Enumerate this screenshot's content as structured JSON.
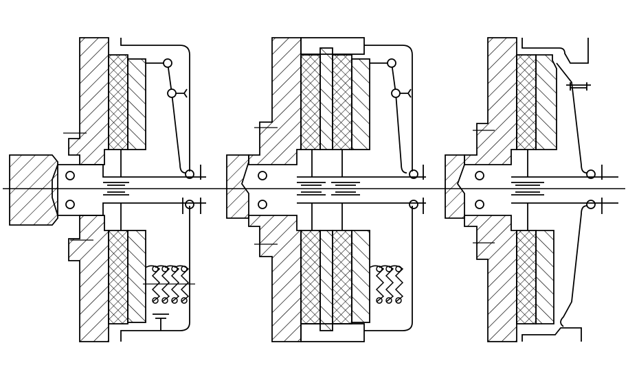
{
  "figure": {
    "description_text": "",
    "panels": [
      {
        "id": "single-plate-coil-spring",
        "label": ""
      },
      {
        "id": "twin-plate-coil-spring",
        "label": ""
      },
      {
        "id": "diaphragm-spring",
        "label": ""
      }
    ],
    "colors": {
      "ink": "#000000",
      "paper": "#ffffff"
    }
  }
}
